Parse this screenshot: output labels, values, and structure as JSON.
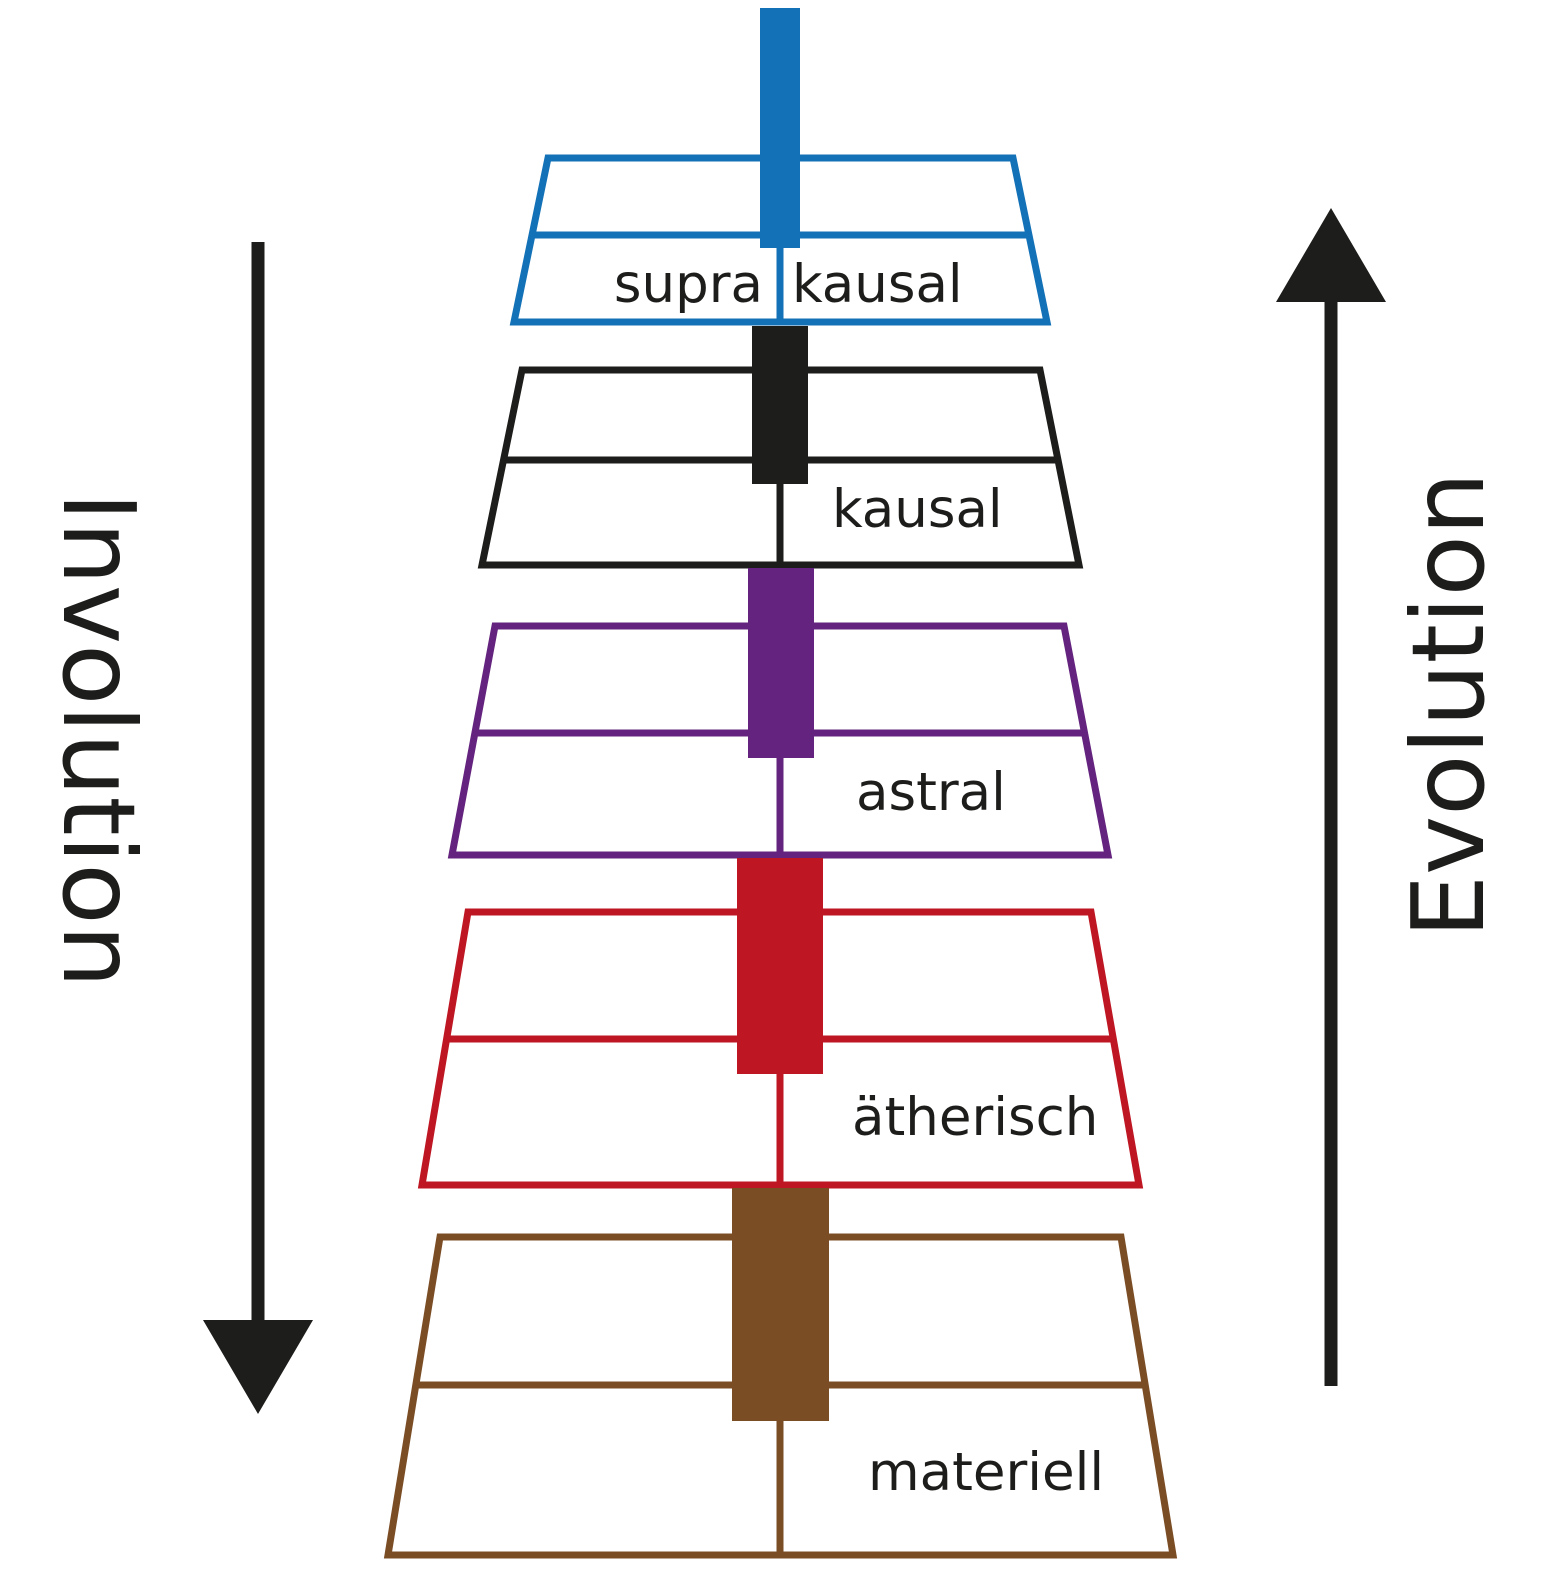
{
  "labels": {
    "involution": "Involution",
    "evolution": "Evolution"
  },
  "levels": [
    {
      "id": "suprakausal",
      "left_label": "supra",
      "right_label": "kausal",
      "color": "#1371b7"
    },
    {
      "id": "kausal",
      "left_label": "",
      "right_label": "kausal",
      "color": "#1d1d1b"
    },
    {
      "id": "astral",
      "left_label": "",
      "right_label": "astral",
      "color": "#63237e"
    },
    {
      "id": "aetherisch",
      "left_label": "",
      "right_label": "ätherisch",
      "color": "#be1622"
    },
    {
      "id": "materiell",
      "left_label": "",
      "right_label": "materiell",
      "color": "#7b4d25"
    }
  ],
  "arrow_color": "#1d1d1b"
}
